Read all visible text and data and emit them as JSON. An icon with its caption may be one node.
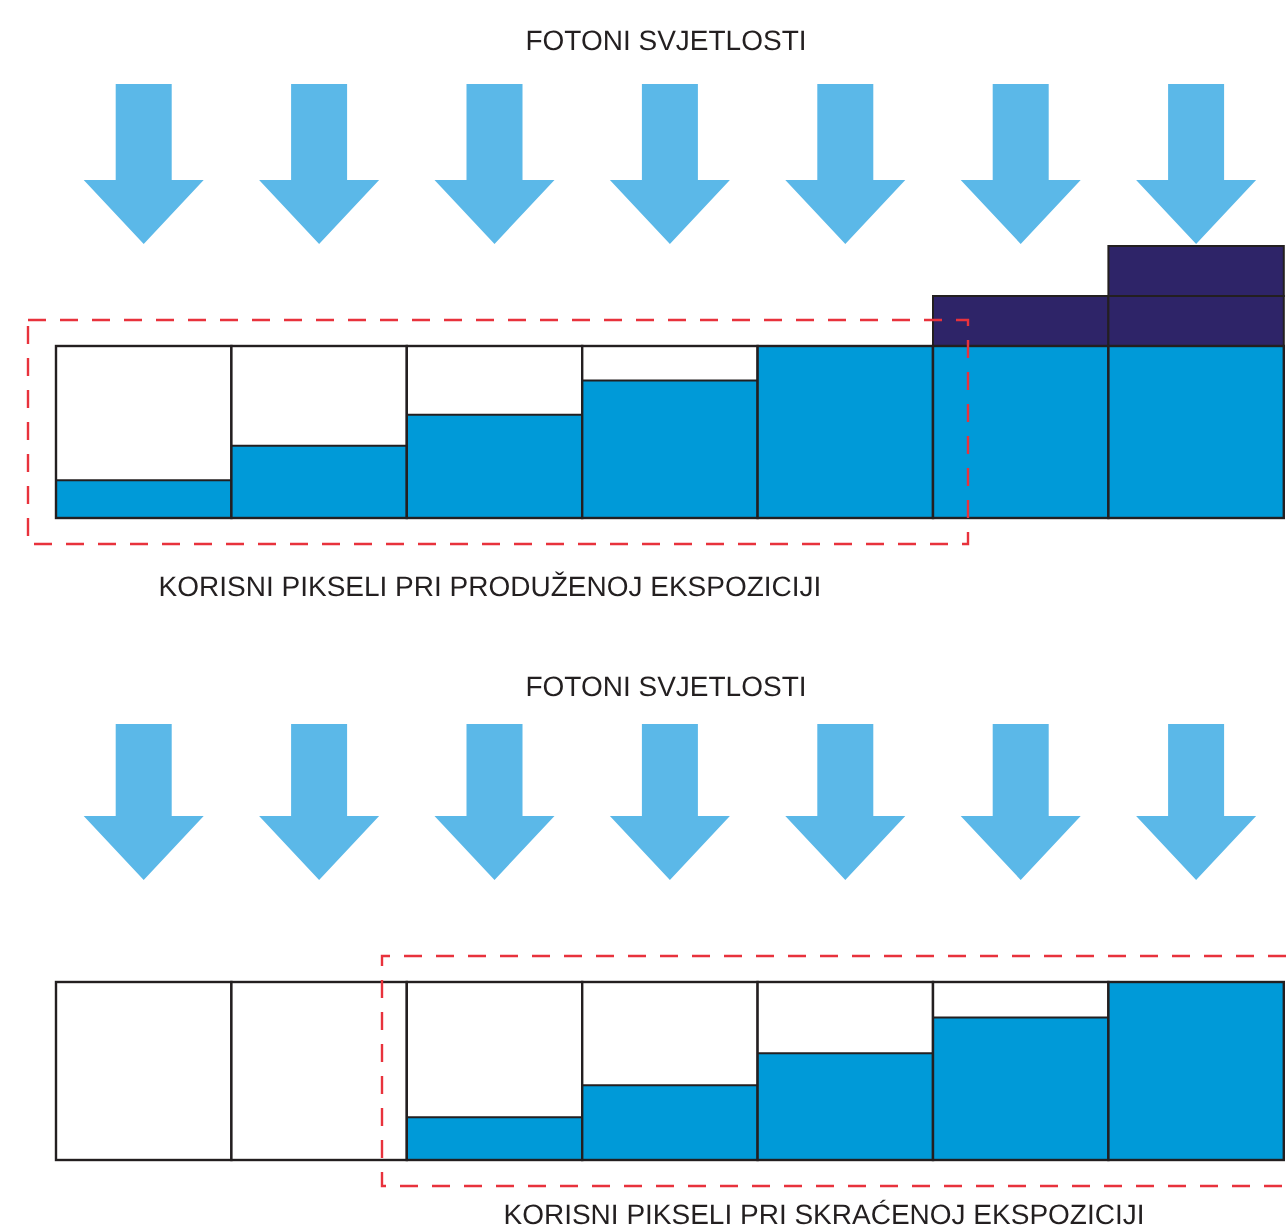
{
  "diagram": {
    "labels": [
      "FOTONI SVJETLOSTI",
      "KORISNI PIKSELI PRI PRODUŽENOJ EKSPOZICIJI",
      "FOTONI SVJETLOSTI",
      "KORISNI PIKSELI PRI SKRAĆENOJ EKSPOZICIJI"
    ]
  }
}
